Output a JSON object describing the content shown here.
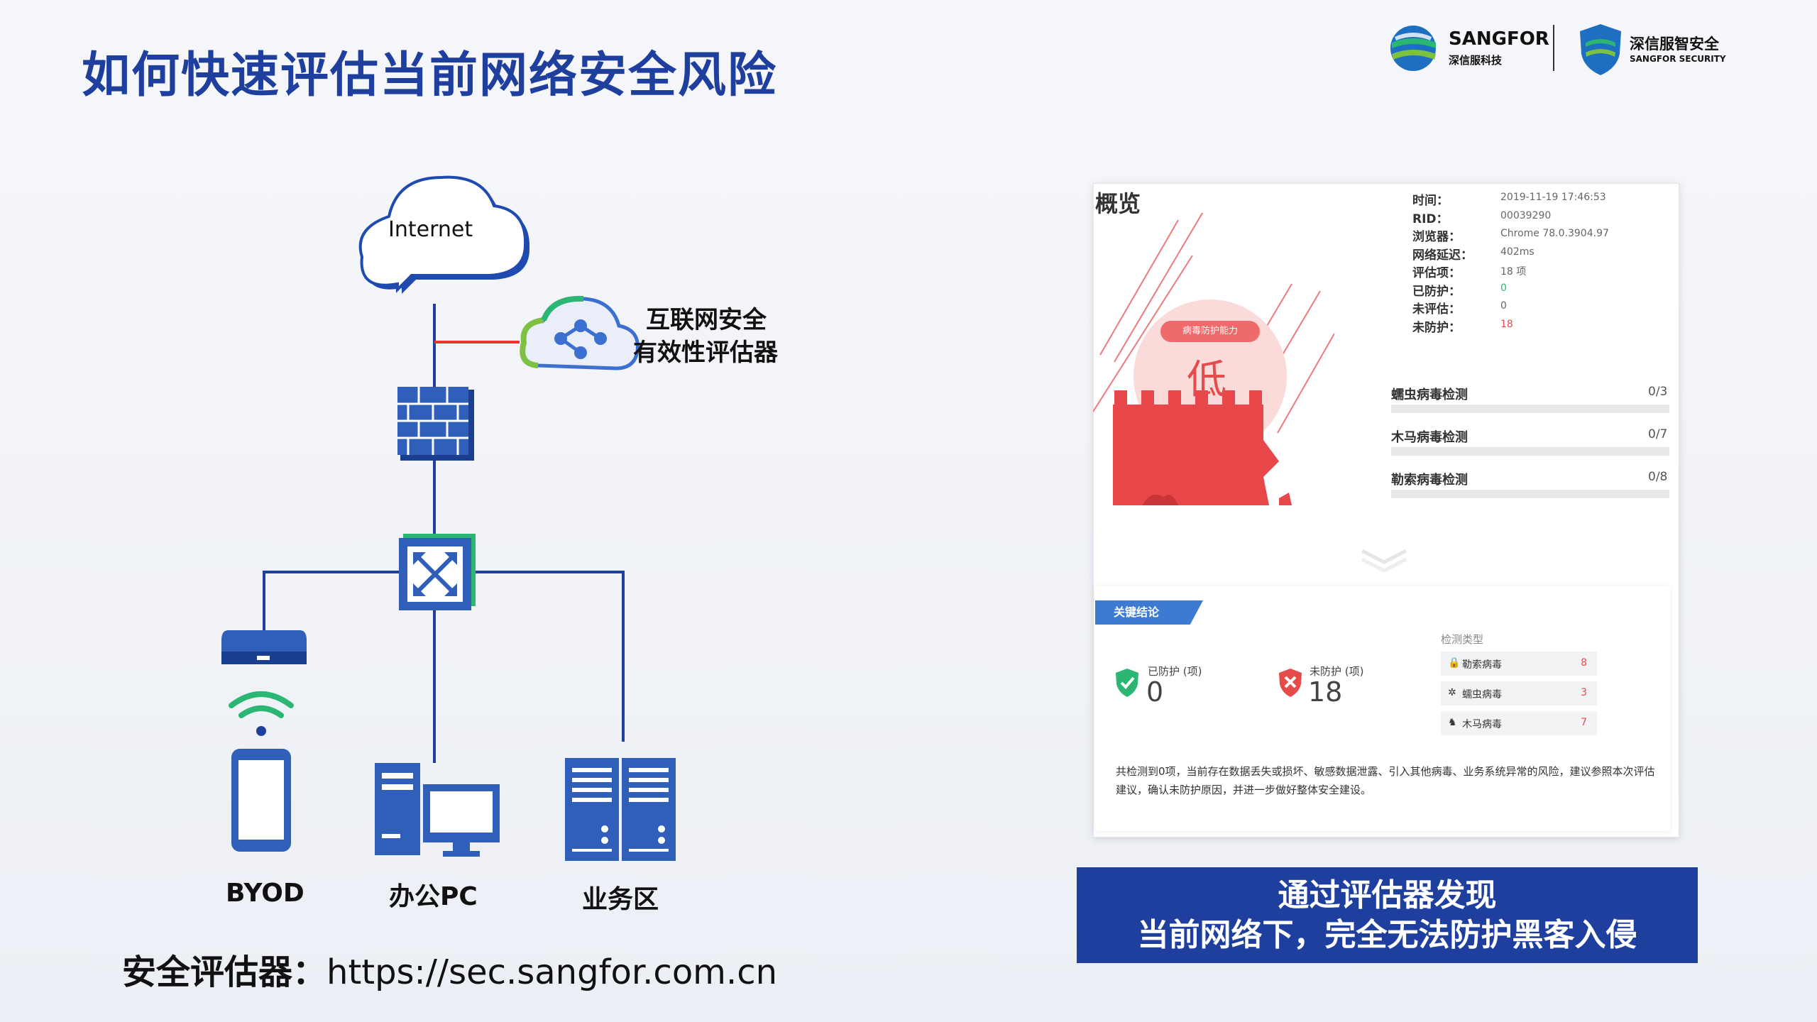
{
  "title": "如何快速评估当前网络安全风险",
  "logos": {
    "sangfor_name": "SANGFOR",
    "sangfor_sub": "深信服科技",
    "security_name": "深信服智安全",
    "security_sub": "SANGFOR SECURITY"
  },
  "diagram": {
    "internet": "Internet",
    "evaluator_line1": "互联网安全",
    "evaluator_line2": "有效性评估器",
    "nodes": [
      "BYOD",
      "办公PC",
      "业务区"
    ]
  },
  "bottom": {
    "label": "安全评估器：",
    "url": "https://sec.sangfor.com.cn"
  },
  "report": {
    "overview_title": "概览",
    "info": [
      {
        "key": "时间：",
        "value": "2019-11-19 17:46:53",
        "color": "#666666"
      },
      {
        "key": "RID：",
        "value": "00039290",
        "color": "#666666"
      },
      {
        "key": "浏览器：",
        "value": "Chrome 78.0.3904.97",
        "color": "#666666"
      },
      {
        "key": "网络延迟：",
        "value": "402ms",
        "color": "#666666"
      },
      {
        "key": "评估项：",
        "value": "18 项",
        "color": "#666666"
      },
      {
        "key": "已防护：",
        "value": "0",
        "color": "#2bb673"
      },
      {
        "key": "未评估：",
        "value": "0",
        "color": "#666666"
      },
      {
        "key": "未防护：",
        "value": "18",
        "color": "#e54b4b"
      }
    ],
    "badge": "病毒防护能力",
    "level": "低",
    "checks": [
      {
        "name": "蠕虫病毒检测",
        "value": "0/3"
      },
      {
        "name": "木马病毒检测",
        "value": "0/7"
      },
      {
        "name": "勒索病毒检测",
        "value": "0/8"
      }
    ],
    "conclusion_tag": "关键结论",
    "protected_label": "已防护 (项)",
    "protected_value": "0",
    "unprotected_label": "未防护 (项)",
    "unprotected_value": "18",
    "types_heading": "检测类型",
    "types": [
      {
        "icon": "lock-icon",
        "name": "勒索病毒",
        "value": "8"
      },
      {
        "icon": "bug-icon",
        "name": "蠕虫病毒",
        "value": "3"
      },
      {
        "icon": "horse-icon",
        "name": "木马病毒",
        "value": "7"
      }
    ],
    "summary": "共检测到0项，当前存在数据丢失或损坏、敏感数据泄露、引入其他病毒、业务系统异常的风险，建议参照本次评估建议，确认未防护原因，并进一步做好整体安全建设。"
  },
  "banner": {
    "line1": "通过评估器发现",
    "line2": "当前网络下，完全无法防护黑客入侵"
  },
  "colors": {
    "title_blue": "#1f3f9e",
    "accent_red": "#e54b4b",
    "device_blue": "#2f5fb8"
  }
}
